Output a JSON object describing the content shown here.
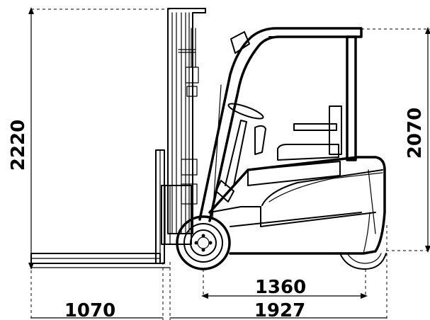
{
  "dimensions": {
    "overall_height": "2220",
    "cab_height": "2070",
    "wheelbase": "1360",
    "fork_length": "1070",
    "body_length": "1927"
  },
  "colors": {
    "ink": "#000000",
    "background": "#ffffff"
  }
}
